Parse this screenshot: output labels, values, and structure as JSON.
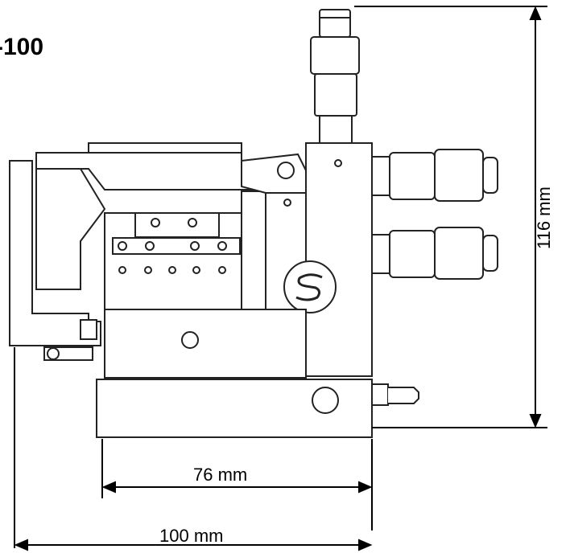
{
  "title": "-100",
  "dimensions": {
    "width_inner": "76 mm",
    "width_total": "100 mm",
    "height_total": "116 mm"
  },
  "logo": "S"
}
